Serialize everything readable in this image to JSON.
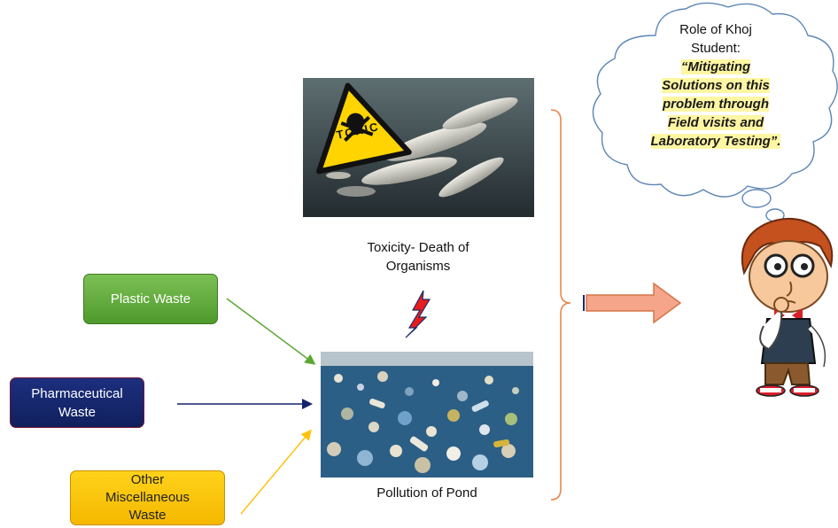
{
  "sources": {
    "plastic": "Plastic Waste",
    "pharma_line1": "Pharmaceutical",
    "pharma_line2": "Waste",
    "misc_line1": "Other",
    "misc_line2": "Miscellaneous",
    "misc_line3": "Waste"
  },
  "toxic_image": {
    "sign_text": "TOXIC",
    "caption_line1": "Toxicity- Death of",
    "caption_line2": "Organisms"
  },
  "pond": {
    "caption": "Pollution of Pond"
  },
  "thought": {
    "line1": "Role of Khoj",
    "line2": "Student:",
    "quote1": "“Mitigating",
    "quote2": "Solutions on this",
    "quote3": "problem through",
    "quote4": "Field visits and",
    "quote5": "Laboratory Testing”."
  },
  "colors": {
    "plastic": "#5aa832",
    "pharma": "#14246b",
    "misc": "#ffc20e",
    "bracket": "#e8874a",
    "arrow_fill": "#f4a58a",
    "highlight": "#fff6a3"
  }
}
